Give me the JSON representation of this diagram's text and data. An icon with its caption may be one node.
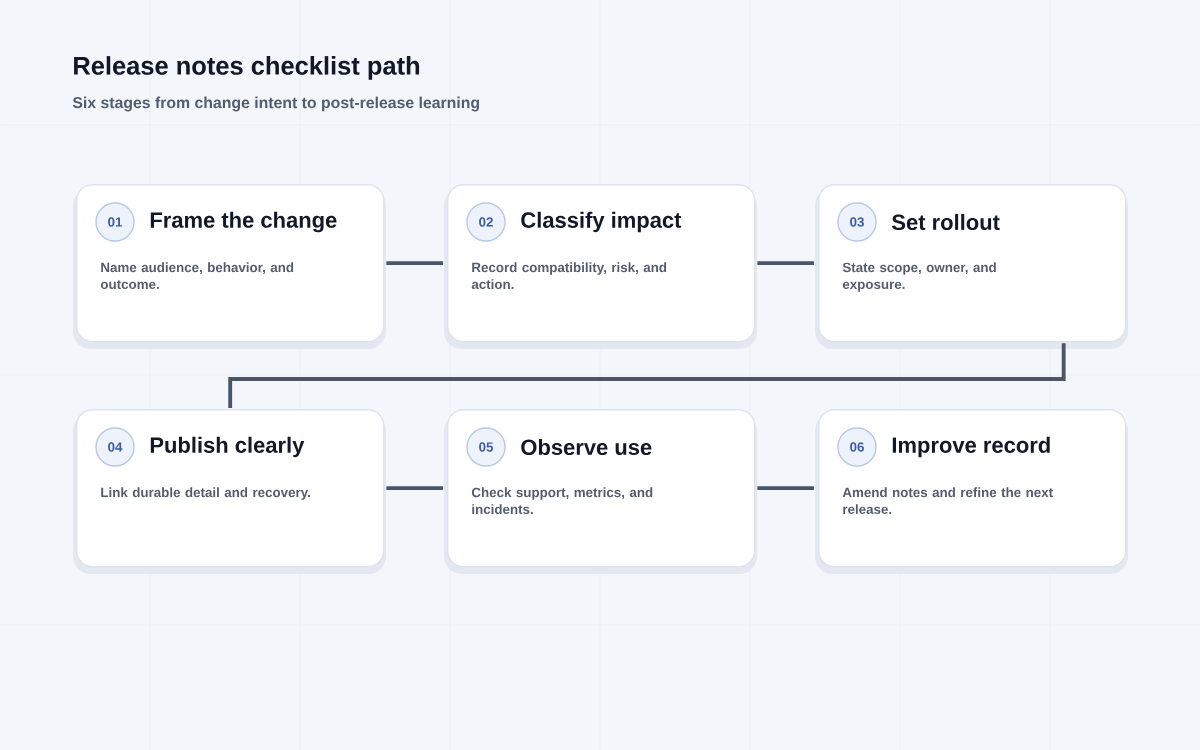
{
  "diagram": {
    "title": "Release notes checklist path",
    "caption": "Six stages from change intent to post-release learning",
    "nodes": [
      {
        "text": [
          "Frame the change",
          "Name audience, behavior, and outcome."
        ]
      },
      {
        "text": [
          "01"
        ],
        "in": 0
      },
      {
        "text": [
          "Classify impact",
          "Record compatibility, risk, and action."
        ]
      },
      {
        "text": [
          "02"
        ],
        "in": 2
      },
      {
        "text": [
          "Set rollout",
          "State scope, owner, and exposure."
        ]
      },
      {
        "text": [
          "03"
        ],
        "in": 4
      },
      {
        "text": [
          "Publish clearly",
          "Link durable detail and recovery."
        ]
      },
      {
        "text": [
          "04"
        ],
        "in": 6
      },
      {
        "text": [
          "Observe use",
          "Check support, metrics, and incidents."
        ]
      },
      {
        "text": [
          "05"
        ],
        "in": 8
      },
      {
        "text": [
          "Improve record",
          "Amend notes and refine the next release."
        ]
      },
      {
        "text": [
          "06"
        ],
        "in": 10
      }
    ],
    "edges": [
      {
        "from": 0,
        "to": 2,
        "arrow": "none"
      },
      {
        "from": 2,
        "to": 4,
        "arrow": "none"
      },
      {
        "from": 4,
        "to": 6,
        "arrow": "none"
      },
      {
        "from": 6,
        "to": 8,
        "arrow": "none"
      },
      {
        "from": 8,
        "to": 10,
        "arrow": "none"
      }
    ]
  }
}
